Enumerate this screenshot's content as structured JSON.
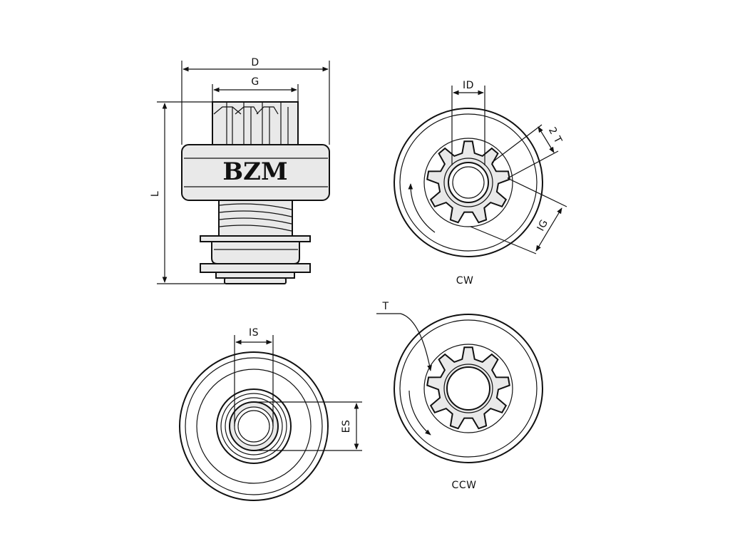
{
  "labels": {
    "D": "D",
    "G": "G",
    "L": "L",
    "ID": "ID",
    "T2": "2 T",
    "IG": "IG",
    "CW": "CW",
    "T": "T",
    "IS": "IS",
    "ES": "ES",
    "CCW": "CCW"
  },
  "brand": "BZM",
  "colors": {
    "line": "#111111",
    "fill": "#e9e9e9",
    "background": "#ffffff"
  }
}
